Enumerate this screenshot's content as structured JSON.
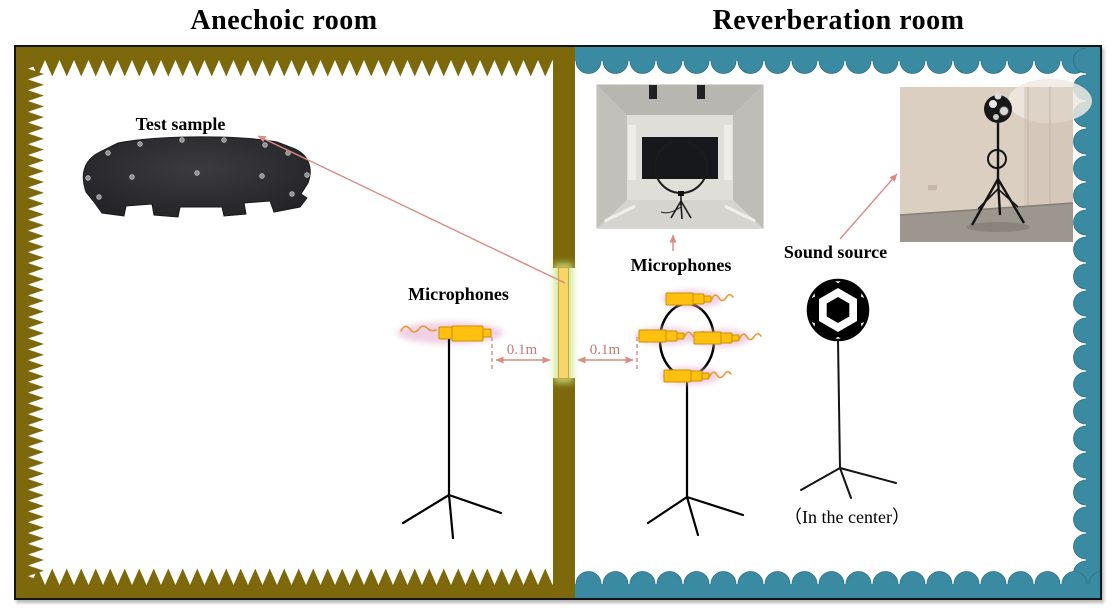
{
  "titles": {
    "anechoic": "Anechoic room",
    "reverberation": "Reverberation room"
  },
  "anechoic_room": {
    "test_sample_label": "Test sample",
    "microphones_label": "Microphones",
    "distance_label": "0.1m"
  },
  "reverberation_room": {
    "microphones_label": "Microphones",
    "sound_source_label": "Sound source",
    "center_label": "（In the center）",
    "distance_label": "0.1m"
  },
  "colors": {
    "wedge-olive": "#7d680c",
    "scallop-teal": "#3a8aa2",
    "annotation-salmon": "#dc8b83",
    "dim-text": "#c97a72",
    "mic-yellow": "#ffc010",
    "mic-yellow-dark": "#c98f00",
    "cable-orange": "#e59a36",
    "sample-strip": "#f6d56a",
    "frame-black": "#141414"
  }
}
